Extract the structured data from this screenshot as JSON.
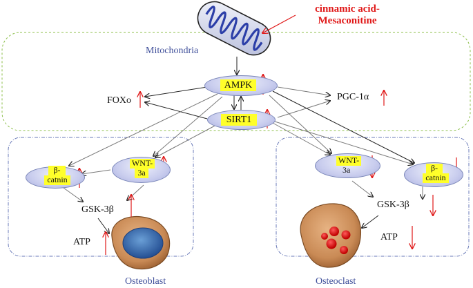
{
  "stimulus": {
    "line1": "cinnamic acid-",
    "line2": "Mesaconitine"
  },
  "regions": {
    "mitochondria": "Mitochondria",
    "osteoblast": "Osteoblast",
    "osteoclast": "Osteoclast"
  },
  "nodes": {
    "ampk": "AMPK",
    "sirt1": "SIRT1",
    "foxo": "FOXo",
    "pgc1a": "PGC-1α",
    "ob_catenin_1": "β-",
    "ob_catenin_2": "catnin",
    "ob_wnt_1": "WNT-",
    "ob_wnt_2": "3a",
    "ob_gsk": "GSK-3β",
    "ob_atp": "ATP",
    "oc_wnt_1": "WNT-",
    "oc_wnt_2": "3a",
    "oc_catenin_1": "β-",
    "oc_catenin_2": "catnin",
    "oc_gsk": "GSK-3β",
    "oc_atp": "ATP"
  },
  "colors": {
    "stimulus": "#e01818",
    "region_label": "#3f4f9a",
    "mito_border": "#8cbf4a",
    "cell_border": "#6a7ab8",
    "highlight": "#ffff2a",
    "up_arrow": "#e01818"
  },
  "icons": {
    "mitochondrion": "mitochondrion-icon",
    "osteoblast": "osteoblast-cell-icon",
    "osteoclast": "osteoclast-cell-icon",
    "up": "up-arrow-icon",
    "down": "down-arrow-icon"
  },
  "changes": {
    "ampk": "up",
    "sirt1": "up",
    "foxo": "up",
    "pgc1a": "up",
    "ob_catenin": "up",
    "ob_wnt": "up",
    "ob_gsk": "up",
    "ob_atp": "up",
    "oc_wnt": "down",
    "oc_catenin": "down",
    "oc_gsk": "down",
    "oc_atp": "down"
  }
}
